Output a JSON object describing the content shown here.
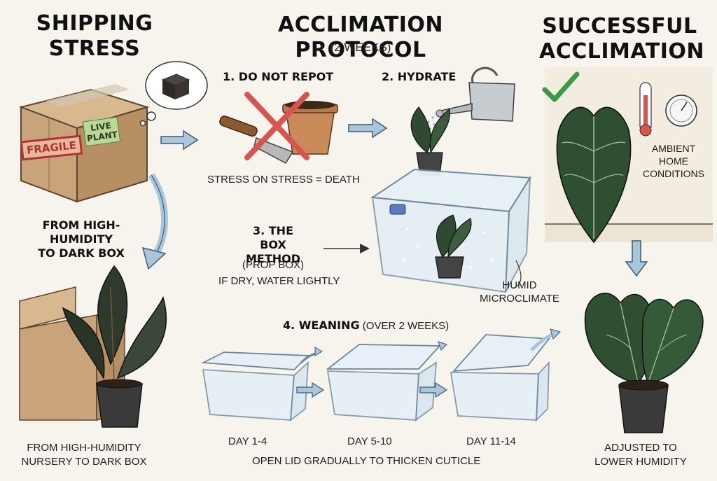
{
  "left": {
    "title_line1": "SHIPPING",
    "title_line2": "STRESS",
    "fragile_label": "FRAGILE",
    "live_plant_label_1": "LIVE",
    "live_plant_label_2": "PLANT",
    "mid_caption_1": "FROM HIGH-HUMIDITY",
    "mid_caption_2": "TO DARK BOX",
    "bottom_caption_1": "FROM HIGH-HUMIDITY",
    "bottom_caption_2": "NURSERY TO DARK BOX"
  },
  "center": {
    "title": "ACCLIMATION PROTOCOL",
    "subtitle": "(2 WEEKS)",
    "step1": "1. DO NOT REPOT",
    "step1_note": "STRESS ON STRESS = DEATH",
    "step2": "2. HYDRATE",
    "step3_line1": "3. THE BOX",
    "step3_line2": "METHOD",
    "step3_line3": "(PROP BOX)",
    "step3_line4": "IF DRY, WATER LIGHTLY",
    "humid_1": "HUMID",
    "humid_2": "MICROCLIMATE",
    "step4_bold": "4. WEANING",
    "step4_rest": " (OVER 2 WEEKS)",
    "days": [
      "DAY 1-4",
      "DAY 5-10",
      "DAY 11-14"
    ],
    "wean_note": "OPEN LID GRADUALLY TO THICKEN CUTICLE"
  },
  "right": {
    "title_line1": "SUCCESSFUL",
    "title_line2": "ACCLIMATION",
    "ambient_1": "AMBIENT",
    "ambient_2": "HOME",
    "ambient_3": "CONDITIONS",
    "bottom_1": "ADJUSTED TO",
    "bottom_2": "LOWER HUMIDITY"
  },
  "colors": {
    "arrow": "#a9c6dc",
    "cardboard": "#c9a47a",
    "leaf": "#2f4f33",
    "check": "#3a9a45",
    "cross": "#d9534f"
  }
}
